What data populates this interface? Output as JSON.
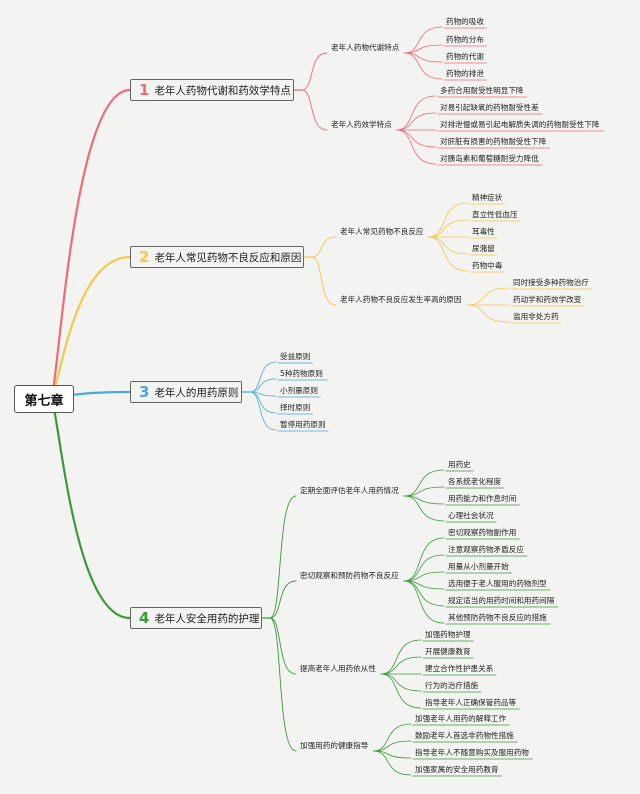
{
  "root": {
    "label": "第七章"
  },
  "sections": [
    {
      "num": "1",
      "title": "老年人药物代谢和药效学特点",
      "color": "#f06a78",
      "groups": [
        {
          "label": "老年人药物代谢特点",
          "items": [
            "药物的吸收",
            "药物的分布",
            "药物的代谢",
            "药物的排泄"
          ]
        },
        {
          "label": "老年人药效学特点",
          "items": [
            "多药合用耐受性明显下降",
            "对易引起缺氧的药物耐受性差",
            "对排泄慢或易引起电解质失调的药物耐受性下降",
            "对肝脏有损害的药物耐受性下降",
            "对胰岛素和葡萄糖耐受力降低"
          ]
        }
      ]
    },
    {
      "num": "2",
      "title": "老年人常见药物不良反应和原因",
      "color": "#f3c84a",
      "groups": [
        {
          "label": "老年人常见药物不良反应",
          "items": [
            "精神症状",
            "直立性低血压",
            "耳毒性",
            "尿潴留",
            "药物中毒"
          ]
        },
        {
          "label": "老年人药物不良反应发生率高的原因",
          "items": [
            "同时接受多种药物治疗",
            "药动学和药效学改变",
            "滥用非处方药"
          ]
        }
      ]
    },
    {
      "num": "3",
      "title": "老年人的用药原则",
      "color": "#4aa8dc",
      "items": [
        "受益原则",
        "5种药物原则",
        "小剂量原则",
        "择时原则",
        "暂停用药原则"
      ]
    },
    {
      "num": "4",
      "title": "老年人安全用药的护理",
      "color": "#3a9a3a",
      "groups": [
        {
          "label": "定期全面评估老年人用药情况",
          "items": [
            "用药史",
            "各系统老化程度",
            "用药能力和作息时间",
            "心理社会状况"
          ]
        },
        {
          "label": "密切观察和预防药物不良反应",
          "items": [
            "密切观察药物副作用",
            "注意观察药物矛盾反应",
            "用量从小剂量开始",
            "选用便于老人服用的药物剂型",
            "规定适当的用药时间和用药间隔",
            "其他预防药物不良反应的措施"
          ]
        },
        {
          "label": "提高老年人用药依从性",
          "items": [
            "加强药物护理",
            "开展健康教育",
            "建立合作性护患关系",
            "行为的治疗措施",
            "指导老年人正确保管药品等"
          ]
        },
        {
          "label": "加强用药的健康指导",
          "items": [
            "加强老年人用药的解释工作",
            "鼓励老年人首选非药物性措施",
            "指导老年人不随意购买及服用药物",
            "加强家属的安全用药教育"
          ]
        }
      ]
    }
  ]
}
